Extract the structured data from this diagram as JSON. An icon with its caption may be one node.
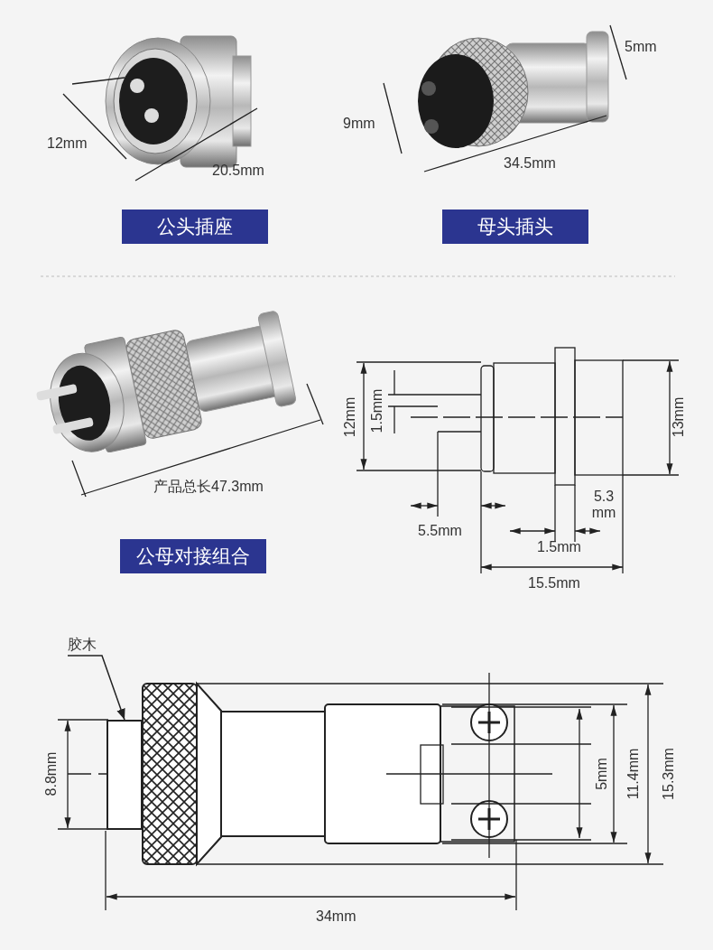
{
  "diagram": {
    "nodes": [
      {
        "text": [
          "公头插座"
        ]
      },
      {
        "text": [
          "母头插头"
        ]
      },
      {
        "text": [
          "公母对接组合"
        ]
      },
      {
        "text": [
          "胶木"
        ]
      },
      {
        "text": [],
        "shape": "box"
      }
    ],
    "edges": [
      {
        "from": 3,
        "to": 4,
        "arrow": "to"
      }
    ],
    "labels": [
      "5mm",
      "12mm",
      "9mm",
      "20.5mm",
      "34.5mm",
      "产品总长47.3mm",
      "12mm",
      "1.5mm",
      "13mm",
      "5.3 mm",
      "5.5mm",
      "1.5mm",
      "15.5mm",
      "8.8mm",
      "5mm",
      "11.4mm",
      "15.3mm",
      "34mm"
    ]
  }
}
